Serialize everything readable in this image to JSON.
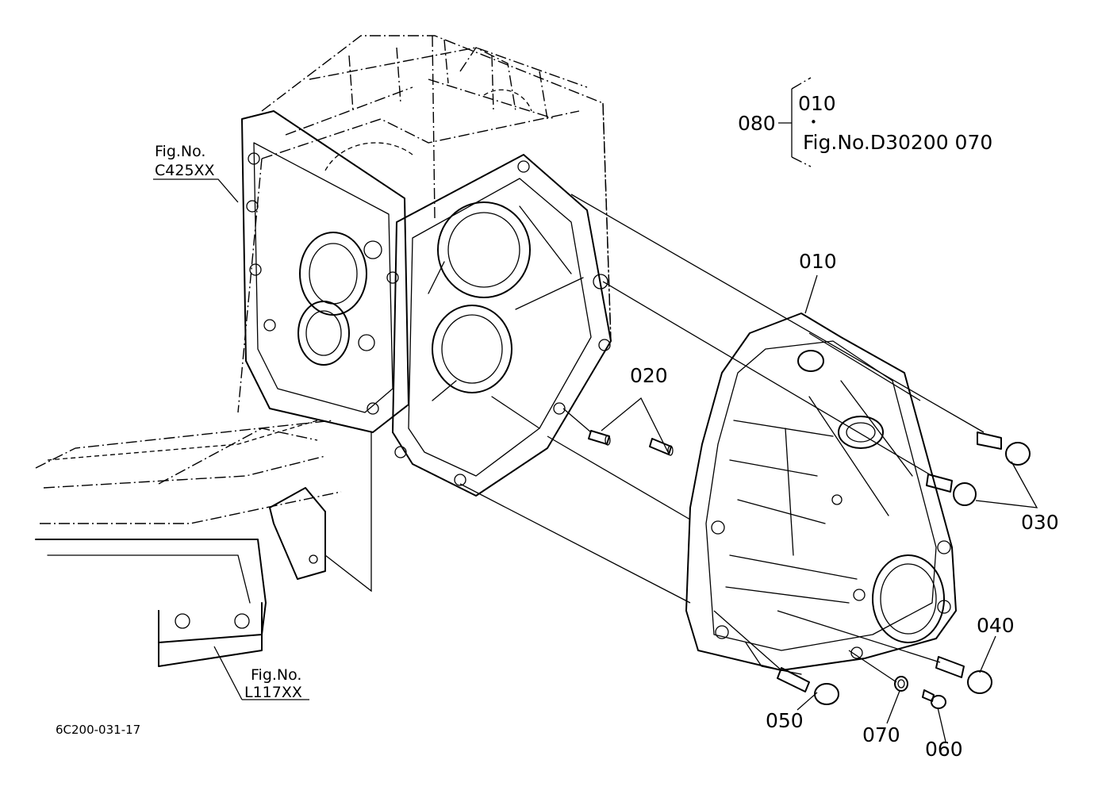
{
  "callouts": {
    "p010": "010",
    "p020": "020",
    "p030": "030",
    "p040": "040",
    "p050": "050",
    "p060": "060",
    "p070": "070",
    "p080": "080"
  },
  "kit_legend": {
    "kit_number": "080",
    "line1": "010",
    "separator": "•",
    "line2": "Fig.No.D30200  070"
  },
  "figure_refs": {
    "upper": {
      "line1": "Fig.No.",
      "line2": "C425XX"
    },
    "lower": {
      "line1": "Fig.No.",
      "line2": "L117XX"
    }
  },
  "drawing_code": "6C200-031-17"
}
